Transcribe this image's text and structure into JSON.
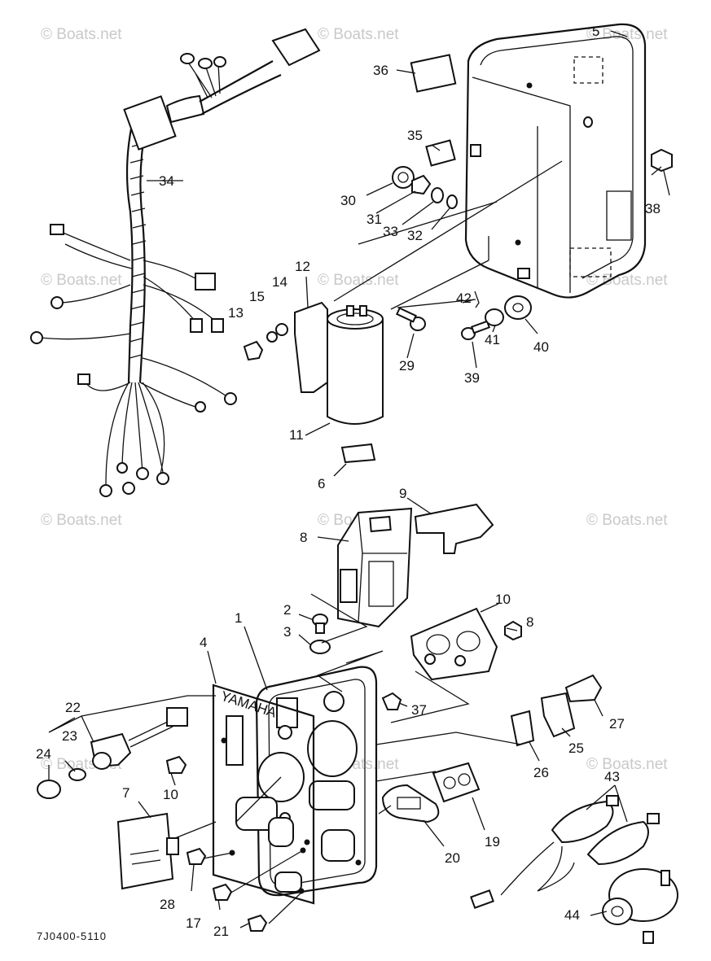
{
  "watermark": "© Boats.net",
  "diagram_code": "7J0400-5110",
  "panel_brand": "YAMAHA",
  "callouts": {
    "c1": "1",
    "c2": "2",
    "c3": "3",
    "c4": "4",
    "c5": "5",
    "c6": "6",
    "c7": "7",
    "c8": "8",
    "c8b": "8",
    "c9": "9",
    "c10": "10",
    "c10b": "10",
    "c11": "11",
    "c12": "12",
    "c13": "13",
    "c14": "14",
    "c15": "15",
    "c17": "17",
    "c19": "19",
    "c20": "20",
    "c21": "21",
    "c22": "22",
    "c23": "23",
    "c24": "24",
    "c25": "25",
    "c26": "26",
    "c27": "27",
    "c28": "28",
    "c29": "29",
    "c30": "30",
    "c31": "31",
    "c32": "32",
    "c33": "33",
    "c34": "34",
    "c35": "35",
    "c36": "36",
    "c37": "37",
    "c38": "38",
    "c39": "39",
    "c40": "40",
    "c41": "41",
    "c42": "42",
    "c43": "43",
    "c44": "44"
  }
}
